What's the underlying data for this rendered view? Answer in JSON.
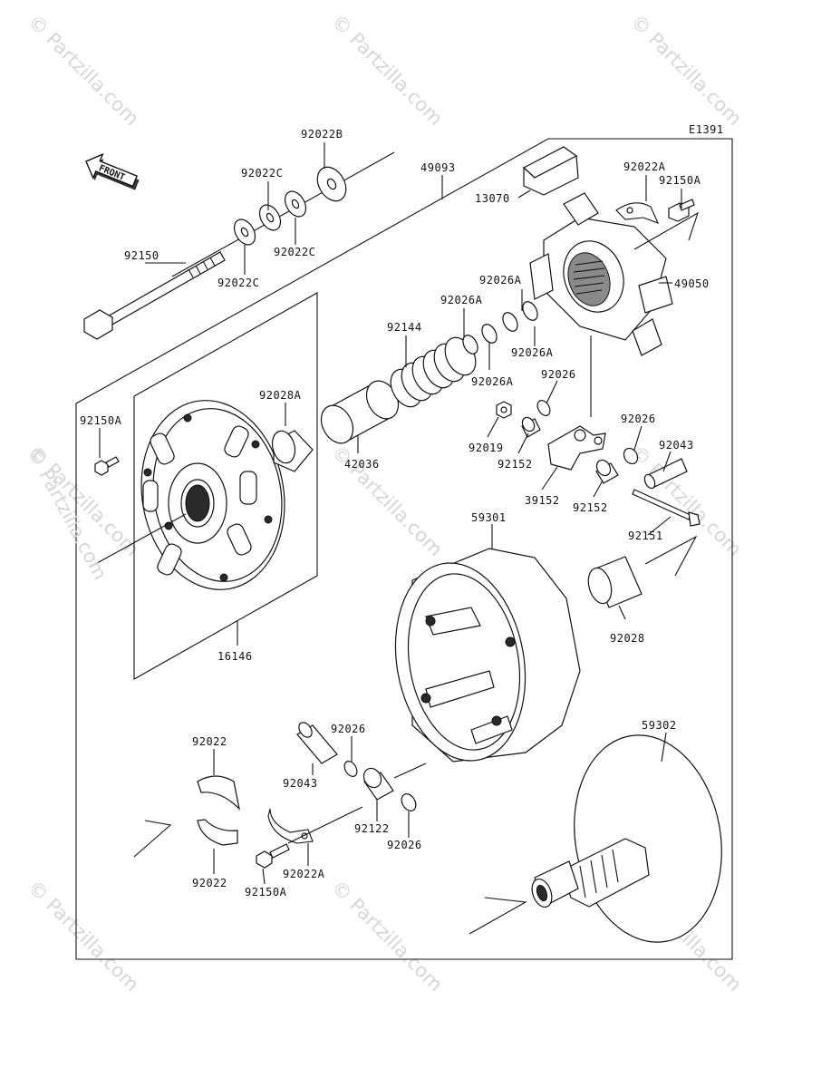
{
  "diagram_code": "E1391",
  "front_label": "FRONT",
  "watermark": "© Partzilla.com",
  "labels": [
    {
      "id": "92022B-top",
      "text": "92022B"
    },
    {
      "id": "92022C-a",
      "text": "92022C"
    },
    {
      "id": "92022C-b",
      "text": "92022C"
    },
    {
      "id": "92022C-c",
      "text": "92022C"
    },
    {
      "id": "92150",
      "text": "92150"
    },
    {
      "id": "49093",
      "text": "49093"
    },
    {
      "id": "13070",
      "text": "13070"
    },
    {
      "id": "92022A-top",
      "text": "92022A"
    },
    {
      "id": "92150A-top",
      "text": "92150A"
    },
    {
      "id": "49050",
      "text": "49050"
    },
    {
      "id": "92026A-a",
      "text": "92026A"
    },
    {
      "id": "92026A-b",
      "text": "92026A"
    },
    {
      "id": "92026A-c",
      "text": "92026A"
    },
    {
      "id": "92026A-d",
      "text": "92026A"
    },
    {
      "id": "92144",
      "text": "92144"
    },
    {
      "id": "92026-a",
      "text": "92026"
    },
    {
      "id": "92026-b",
      "text": "92026"
    },
    {
      "id": "92028A",
      "text": "92028A"
    },
    {
      "id": "92150A-left",
      "text": "92150A"
    },
    {
      "id": "42036",
      "text": "42036"
    },
    {
      "id": "92019",
      "text": "92019"
    },
    {
      "id": "92152-a",
      "text": "92152"
    },
    {
      "id": "92152-b",
      "text": "92152"
    },
    {
      "id": "39152",
      "text": "39152"
    },
    {
      "id": "92043-top",
      "text": "92043"
    },
    {
      "id": "92151",
      "text": "92151"
    },
    {
      "id": "59301",
      "text": "59301"
    },
    {
      "id": "92028",
      "text": "92028"
    },
    {
      "id": "16146",
      "text": "16146"
    },
    {
      "id": "59302",
      "text": "59302"
    },
    {
      "id": "92022-a",
      "text": "92022"
    },
    {
      "id": "92022-b",
      "text": "92022"
    },
    {
      "id": "92026-c",
      "text": "92026"
    },
    {
      "id": "92043-bottom",
      "text": "92043"
    },
    {
      "id": "92122",
      "text": "92122"
    },
    {
      "id": "92026-d",
      "text": "92026"
    },
    {
      "id": "92022A-bottom",
      "text": "92022A"
    },
    {
      "id": "92150A-bottom",
      "text": "92150A"
    }
  ]
}
